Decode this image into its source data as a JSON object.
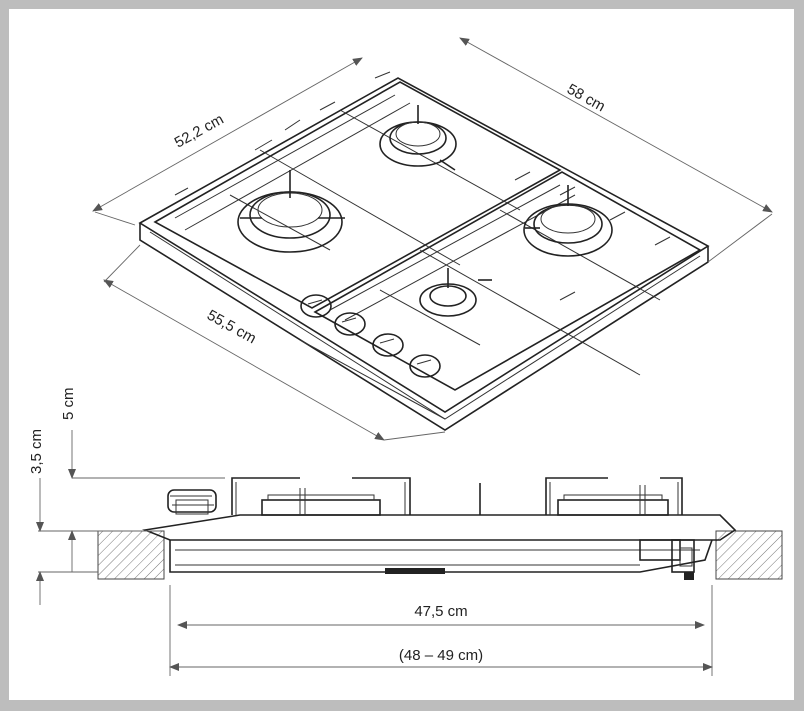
{
  "dimensions": {
    "depth_top": "52,2 cm",
    "width_top": "58 cm",
    "width_front": "55,5 cm",
    "height_total": "5 cm",
    "height_above": "3,5 cm",
    "cutout_width": "47,5 cm",
    "cutout_range": "(48 – 49 cm)"
  },
  "colors": {
    "line": "#222222",
    "dimension_line": "#666666",
    "frame": "#bdbdbd",
    "background": "#ffffff"
  }
}
